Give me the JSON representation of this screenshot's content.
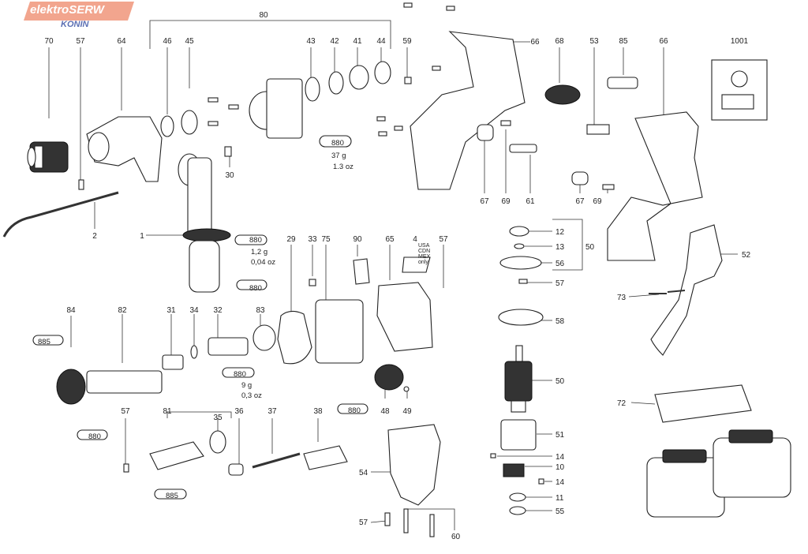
{
  "watermark": {
    "brand": "elektroSERW",
    "city": "KONIN"
  },
  "labels": {
    "p80": "80",
    "p70": "70",
    "p57a": "57",
    "p64": "64",
    "p46": "46",
    "p45": "45",
    "p43": "43",
    "p42": "42",
    "p41": "41",
    "p44": "44",
    "p59": "59",
    "p66a": "66",
    "p68": "68",
    "p53": "53",
    "p85": "85",
    "p66b": "66",
    "p1001": "1001",
    "p30": "30",
    "p2": "2",
    "p1": "1",
    "p67a": "67",
    "p69a": "69",
    "p61": "61",
    "p67b": "67",
    "p69b": "69",
    "p29": "29",
    "p33": "33",
    "p75": "75",
    "p90": "90",
    "p65": "65",
    "p4": "4",
    "p57b": "57",
    "p12": "12",
    "p13": "13",
    "p56": "56",
    "p50a": "50",
    "p57c": "57",
    "p52": "52",
    "p73": "73",
    "p58": "58",
    "p84": "84",
    "p82": "82",
    "p31": "31",
    "p34": "34",
    "p32": "32",
    "p83": "83",
    "p50b": "50",
    "p48": "48",
    "p49": "49",
    "p51": "51",
    "p72": "72",
    "p57d": "57",
    "p81": "81",
    "p35": "35",
    "p36": "36",
    "p37": "37",
    "p38": "38",
    "p54": "54",
    "p14a": "14",
    "p10": "10",
    "p14b": "14",
    "p11": "11",
    "p55": "55",
    "p57e": "57",
    "p60": "60"
  },
  "grease": {
    "g880_top": "880",
    "g880_top_w1": "37 g",
    "g880_top_w2": "1.3 oz",
    "g880_mid": "880",
    "g880_mid_w1": "1,2 g",
    "g880_mid_w2": "0,04 oz",
    "g880_mid2": "880",
    "g885_left": "885",
    "g880_shaft": "880",
    "g880_shaft_w1": "9 g",
    "g880_shaft_w2": "0,3 oz",
    "g880_left": "880",
    "g880_48": "880",
    "g885_bottom": "885"
  },
  "region_note": {
    "line1": "USA",
    "line2": "CDN",
    "line3": "MEX",
    "line4": "only"
  },
  "colors": {
    "watermark_bg": "#f2a58e",
    "ink": "#222222"
  }
}
